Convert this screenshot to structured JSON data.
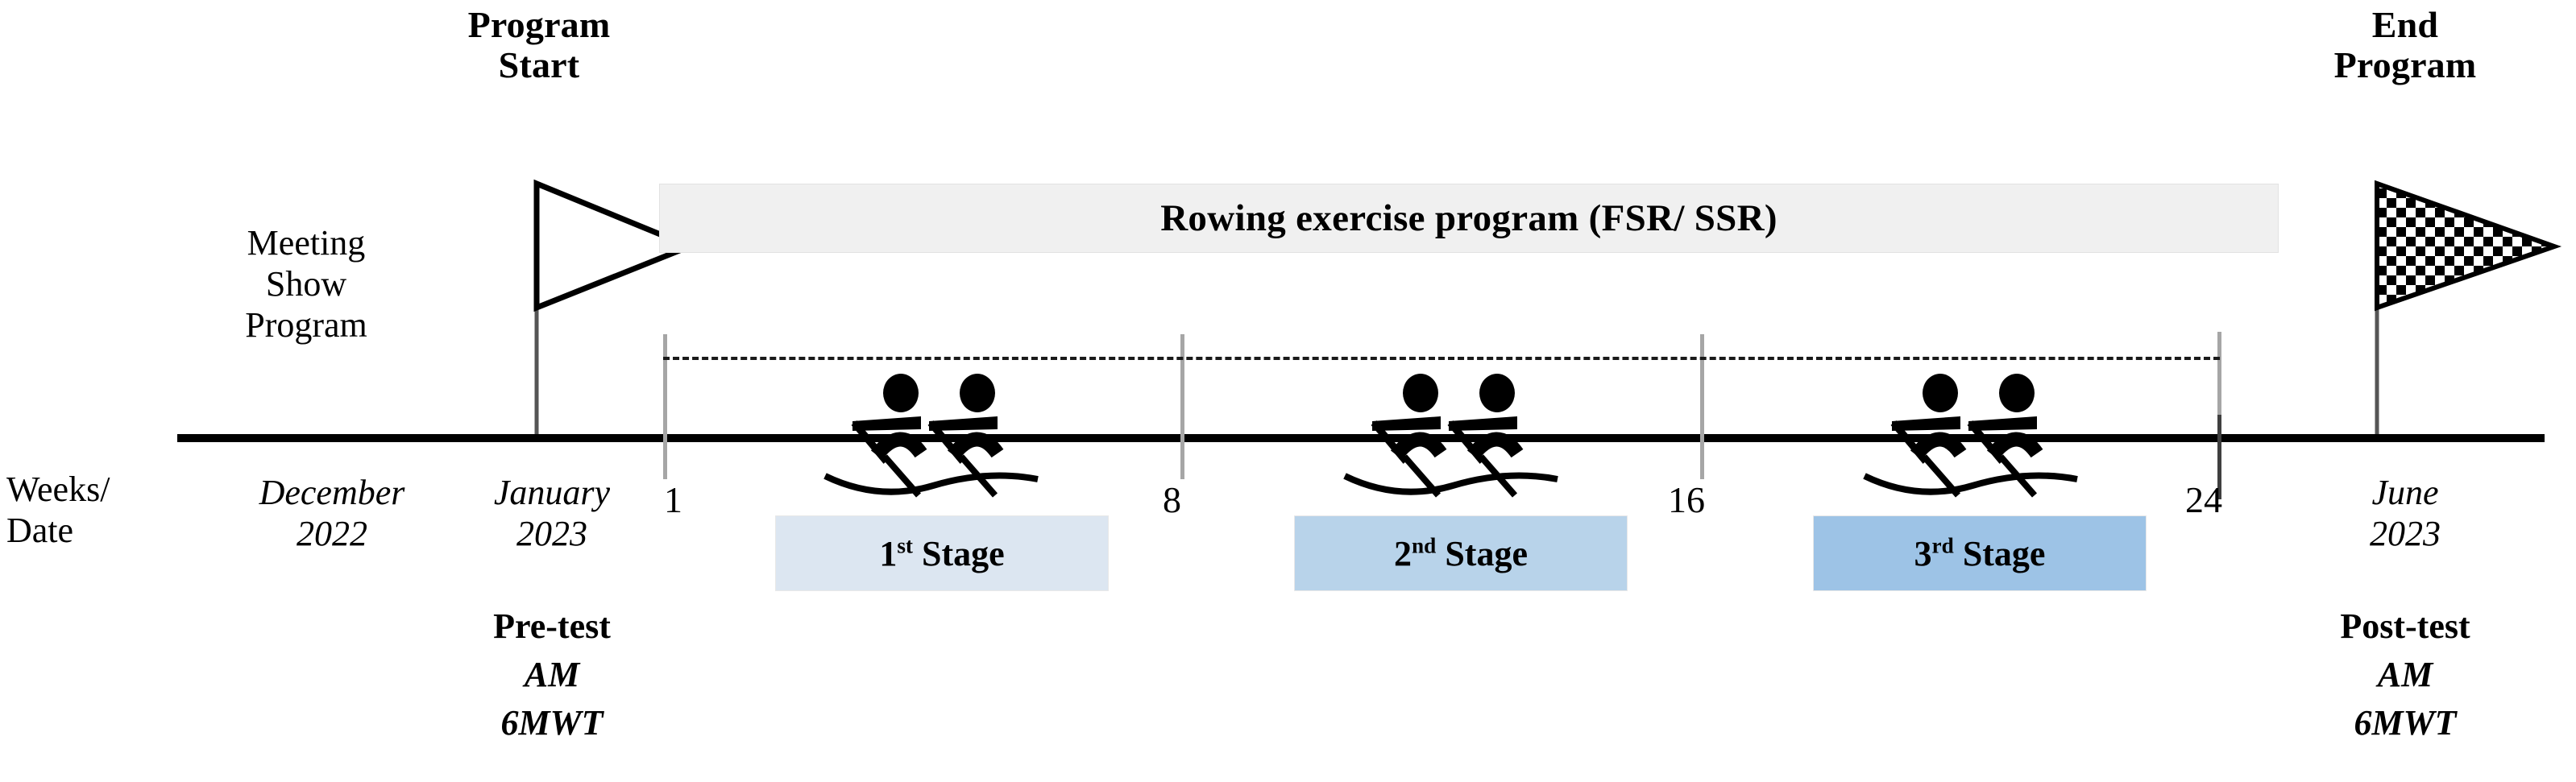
{
  "diagram": {
    "title_left": "Program Start",
    "title_right": "End Program"
  },
  "headers": {
    "program_start_line1": "Program",
    "program_start_line2": "Start",
    "end_program_line1": "End",
    "end_program_line2": "Program"
  },
  "left_column": {
    "meeting_line1": "Meeting",
    "meeting_line2": "Show",
    "meeting_line3": "Program",
    "axis_label_line1": "Weeks/",
    "axis_label_line2": "Date"
  },
  "banner": {
    "label": "Rowing exercise program (FSR/ SSR)",
    "background_color": "#f0f0f0"
  },
  "dates": {
    "december_month": "December",
    "december_year": "2022",
    "january_month": "January",
    "january_year": "2023",
    "june_month": "June",
    "june_year": "2023"
  },
  "tests": {
    "pre_test_label": "Pre-test",
    "pre_test_time": "AM",
    "pre_test_measure": "6MWT",
    "post_test_label": "Post-test",
    "post_test_time": "AM",
    "post_test_measure": "6MWT"
  },
  "weeks": {
    "w1": "1",
    "w8": "8",
    "w16": "16",
    "w24": "24"
  },
  "stages": [
    {
      "ordinal": "1",
      "suffix": "st",
      "word": "Stage",
      "color": "#dce6f1"
    },
    {
      "ordinal": "2",
      "suffix": "nd",
      "word": "Stage",
      "color": "#b8d3ea"
    },
    {
      "ordinal": "3",
      "suffix": "rd",
      "word": "Stage",
      "color": "#9dc3e6"
    }
  ],
  "icons": {
    "start_flag": "start-flag-icon",
    "end_flag": "checkered-flag-icon",
    "rowers": "rowing-athletes-icon"
  },
  "colors": {
    "axis": "#000000",
    "tick_gray": "#a6a6a6",
    "tick_dark": "#3f3f3f",
    "dashed": "#1a1a1a"
  },
  "chart_data": {
    "type": "table",
    "title": "Rowing exercise program study timeline",
    "xlabel": "Weeks/Date",
    "axis_ticks": [
      1,
      8,
      16,
      24
    ],
    "phases": [
      {
        "name": "Meeting Show Program",
        "date": "December 2022",
        "week": null
      },
      {
        "name": "Pre-test AM 6MWT",
        "date": "January 2023",
        "week": 1
      },
      {
        "name": "1st Stage",
        "weeks": "1-8"
      },
      {
        "name": "2nd Stage",
        "weeks": "8-16"
      },
      {
        "name": "3rd Stage",
        "weeks": "16-24"
      },
      {
        "name": "Post-test AM 6MWT",
        "date": "June 2023",
        "week": 24
      }
    ]
  }
}
